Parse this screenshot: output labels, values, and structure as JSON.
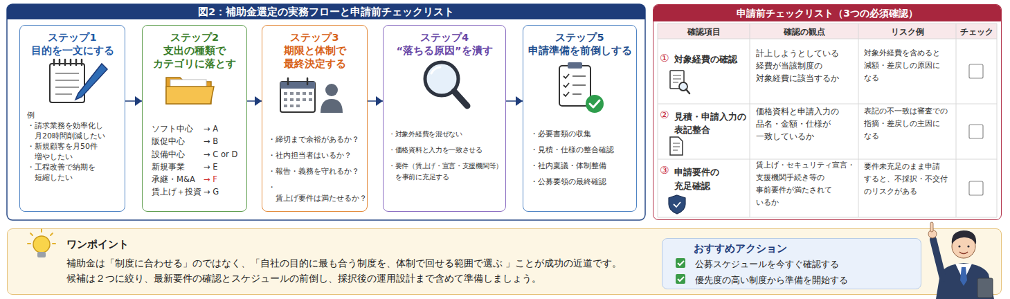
{
  "diagram": {
    "title": "図2：補助金選定の実務フローと申請前チェックリスト",
    "nodes": [
      {
        "text": [
          "ステップ1 目的を一文にする",
          "例",
          "・請求業務を効率化し 月20時間削減したい",
          "・新規顧客を月50件 増やしたい",
          "・工程改善で納期を 短縮したい"
        ]
      },
      {
        "text": [
          "ステップ2 支出の種類で カテゴリに落とす",
          "ソフト中心",
          "→ A",
          "販促中心",
          "→ B",
          "設備中心",
          "→ C or D",
          "新規事業",
          "→ E",
          "承継・M&A",
          "→ F",
          "賃上げ＋投資",
          "→ G"
        ]
      },
      {
        "text": [
          "ステップ3 期限と体制で 最終決定する",
          "・締切まで余裕があるか？",
          "・社内担当者はいるか？",
          "・報告・義務を守れるか？",
          "・賃上げ要件は満たせるか？"
        ]
      },
      {
        "text": [
          "ステップ4 “落ちる原因”を潰す",
          "・対象外経費を混ぜない",
          "・価格資料と入力を一致させる",
          "・要件（賃上げ・宣言・支援機関等） を事前に充足する"
        ]
      },
      {
        "text": [
          "ステップ5 申請準備を前倒しする",
          "・必要書類の収集",
          "・見積・仕様の整合確認",
          "・社内稟議・体制整備",
          "・公募要領の最終確認"
        ]
      },
      {
        "text": [
          "申請前チェックリスト（3つの必須確認）"
        ]
      },
      {
        "text": [
          "ワンポイント",
          "補助金は「制度に合わせる」のではなく、「自社の目的に最も合う制度を、体制で回せる範囲で選ぶ 」ことが成功の近道です。",
          "候補は２つに絞り、最新要件の確認とスケジュールの前倒し、採択後の運用設計まで含めて準備しましょう。"
        ]
      },
      {
        "text": [
          "おすすめアクション",
          "公募スケジュールを今すぐ確認する",
          "優先度の高い制度から準備を開始する"
        ],
        "in": 6
      }
    ],
    "edges": [
      {
        "from": 0,
        "to": 1,
        "arrow": "to"
      },
      {
        "from": 1,
        "to": 2,
        "arrow": "to"
      },
      {
        "from": 2,
        "to": 3,
        "arrow": "to"
      },
      {
        "from": 3,
        "to": 4,
        "arrow": "to"
      }
    ],
    "labels": [
      "確認項目",
      "確認の観点",
      "リスク例",
      "チェック",
      "①",
      "対象経費の確認",
      "計上しようとしている 経費が当該制度の 対象経費に該当するか",
      "対象外経費を含めると 減額・差戻しの原因に なる",
      "②",
      "見積・申請入力の 表記整合",
      "価格資料と申請入力の 品名・金額・仕様が 一致しているか",
      "表記の不一致は審査での 指摘・差戻しの主因に なる",
      "③",
      "申請要件の 充足確認",
      "賃上げ・セキュリティ宣言・ 支援機関手続き等の 事前要件が満たされて いるか",
      "要件未充足のまま申請 すると、不採択・不交付 のリスクがある"
    ]
  }
}
